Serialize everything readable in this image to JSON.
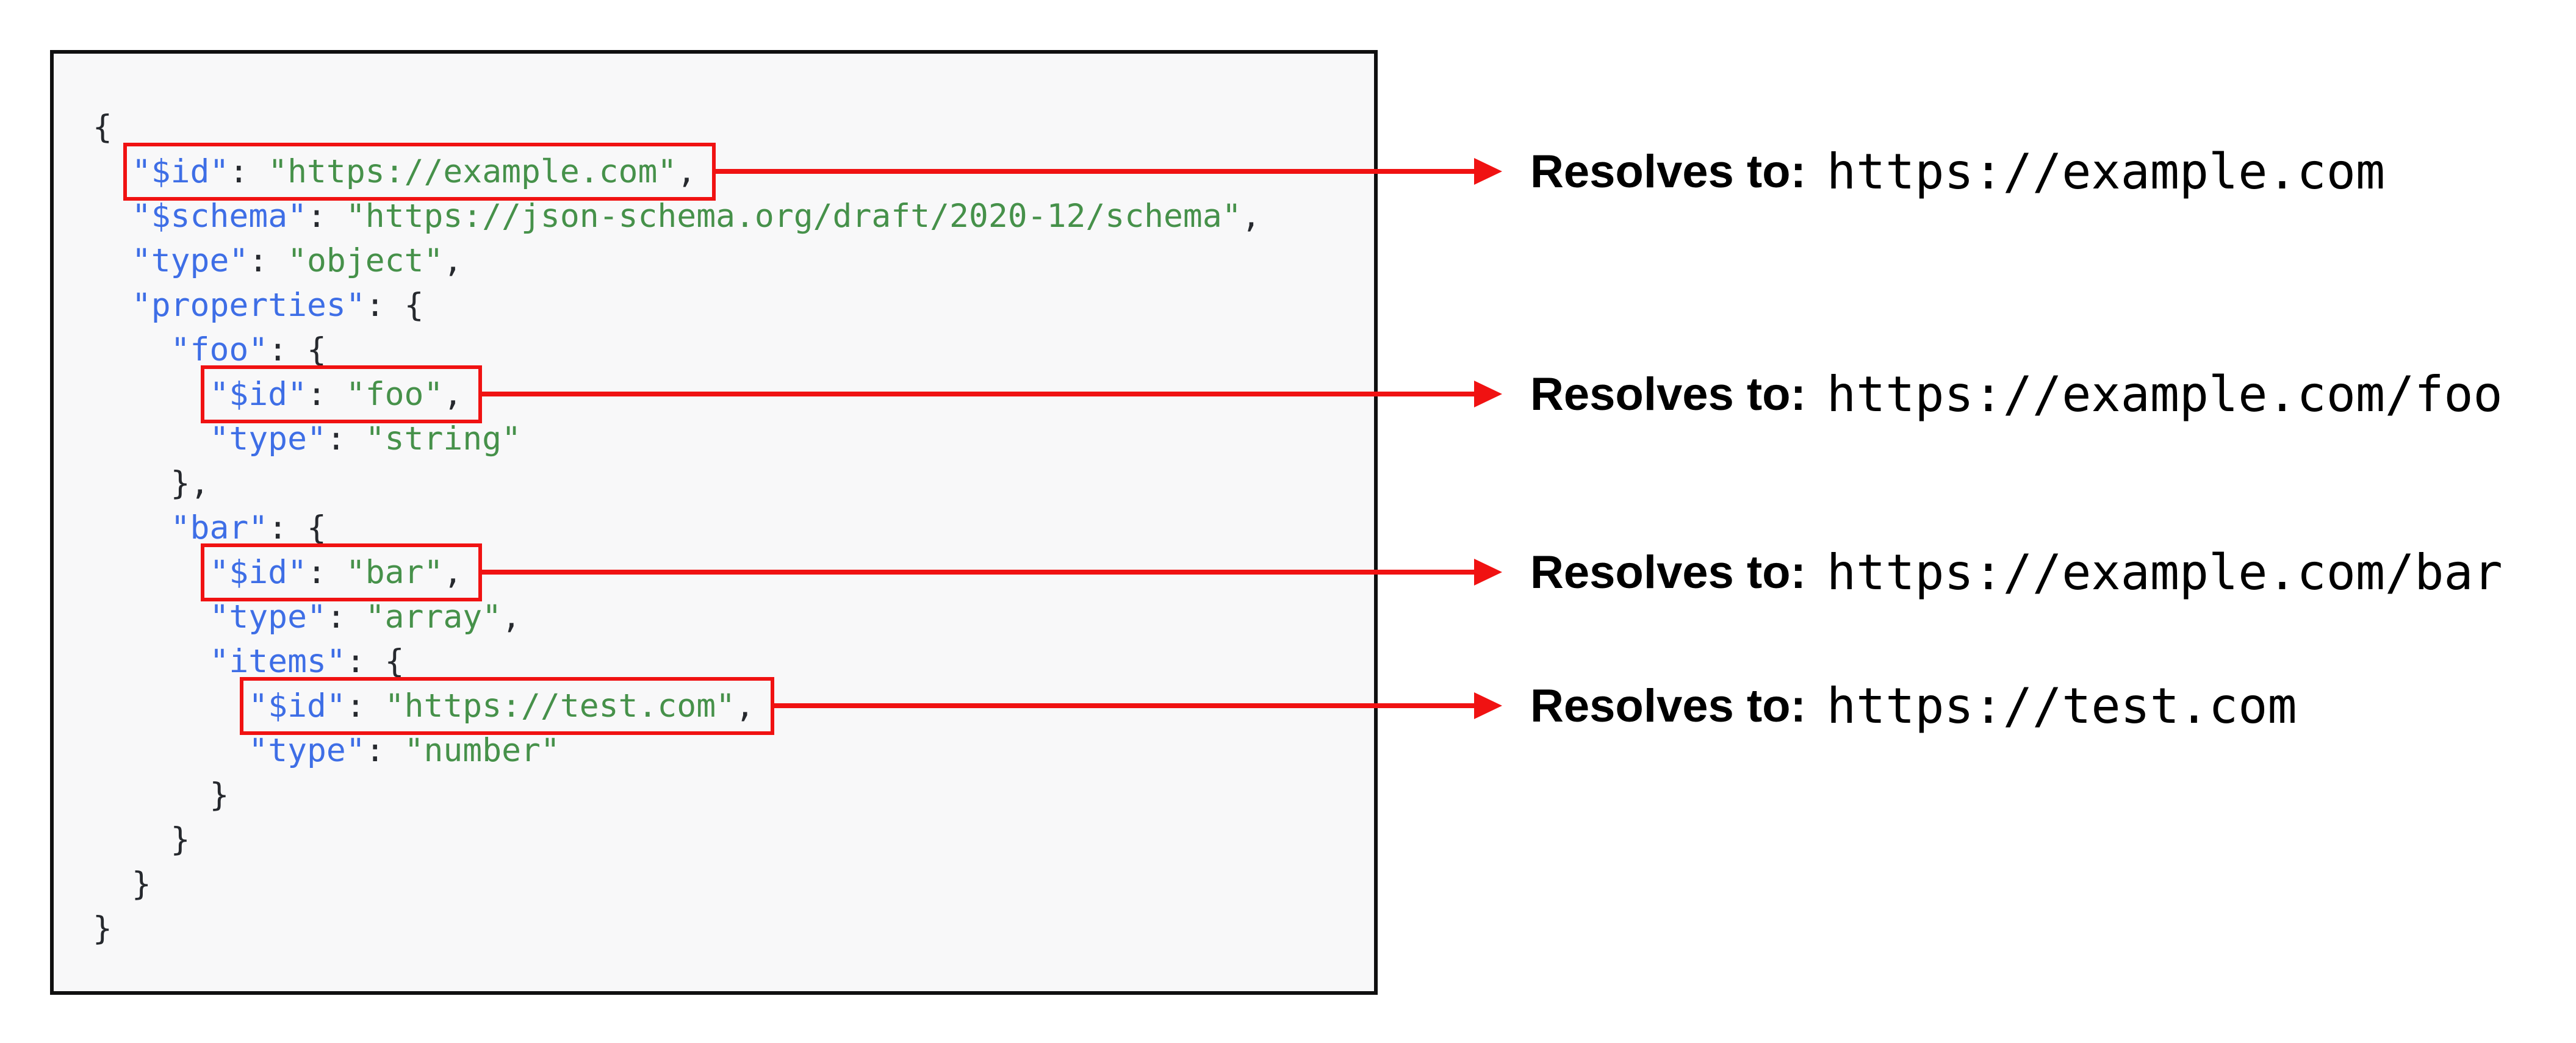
{
  "figure": {
    "kind": "annotated-code-figure",
    "colors": {
      "key_blue": "#3e6ee6",
      "string_green": "#46914a",
      "punctuation": "#26292e",
      "highlight_red": "#f01212",
      "panel_border": "#101010",
      "code_background": "#f8f8f9",
      "page_background": "#ffffff",
      "annotation_text": "#000000"
    }
  },
  "code": {
    "language": "json",
    "lines": [
      {
        "indent": 0,
        "hl": false,
        "seg": [
          [
            "p",
            "{"
          ]
        ]
      },
      {
        "indent": 2,
        "hl": true,
        "seg": [
          [
            "k",
            "\"$id\""
          ],
          [
            "p",
            ": "
          ],
          [
            "s",
            "\"https://example.com\""
          ],
          [
            "p",
            ","
          ]
        ]
      },
      {
        "indent": 2,
        "hl": false,
        "seg": [
          [
            "k",
            "\"$schema\""
          ],
          [
            "p",
            ": "
          ],
          [
            "s",
            "\"https://json-schema.org/draft/2020-12/schema\""
          ],
          [
            "p",
            ","
          ]
        ]
      },
      {
        "indent": 2,
        "hl": false,
        "seg": [
          [
            "k",
            "\"type\""
          ],
          [
            "p",
            ": "
          ],
          [
            "s",
            "\"object\""
          ],
          [
            "p",
            ","
          ]
        ]
      },
      {
        "indent": 2,
        "hl": false,
        "seg": [
          [
            "k",
            "\"properties\""
          ],
          [
            "p",
            ": "
          ],
          [
            "p",
            "{"
          ]
        ]
      },
      {
        "indent": 4,
        "hl": false,
        "seg": [
          [
            "k",
            "\"foo\""
          ],
          [
            "p",
            ": "
          ],
          [
            "p",
            "{"
          ]
        ]
      },
      {
        "indent": 6,
        "hl": true,
        "seg": [
          [
            "k",
            "\"$id\""
          ],
          [
            "p",
            ": "
          ],
          [
            "s",
            "\"foo\""
          ],
          [
            "p",
            ","
          ]
        ]
      },
      {
        "indent": 6,
        "hl": false,
        "seg": [
          [
            "k",
            "\"type\""
          ],
          [
            "p",
            ": "
          ],
          [
            "s",
            "\"string\""
          ]
        ]
      },
      {
        "indent": 4,
        "hl": false,
        "seg": [
          [
            "p",
            "},"
          ]
        ]
      },
      {
        "indent": 4,
        "hl": false,
        "seg": [
          [
            "k",
            "\"bar\""
          ],
          [
            "p",
            ": "
          ],
          [
            "p",
            "{"
          ]
        ]
      },
      {
        "indent": 6,
        "hl": true,
        "seg": [
          [
            "k",
            "\"$id\""
          ],
          [
            "p",
            ": "
          ],
          [
            "s",
            "\"bar\""
          ],
          [
            "p",
            ","
          ]
        ]
      },
      {
        "indent": 6,
        "hl": false,
        "seg": [
          [
            "k",
            "\"type\""
          ],
          [
            "p",
            ": "
          ],
          [
            "s",
            "\"array\""
          ],
          [
            "p",
            ","
          ]
        ]
      },
      {
        "indent": 6,
        "hl": false,
        "seg": [
          [
            "k",
            "\"items\""
          ],
          [
            "p",
            ": "
          ],
          [
            "p",
            "{"
          ]
        ]
      },
      {
        "indent": 8,
        "hl": true,
        "seg": [
          [
            "k",
            "\"$id\""
          ],
          [
            "p",
            ": "
          ],
          [
            "s",
            "\"https://test.com\""
          ],
          [
            "p",
            ","
          ]
        ]
      },
      {
        "indent": 8,
        "hl": false,
        "seg": [
          [
            "k",
            "\"type\""
          ],
          [
            "p",
            ": "
          ],
          [
            "s",
            "\"number\""
          ]
        ]
      },
      {
        "indent": 6,
        "hl": false,
        "seg": [
          [
            "p",
            "}"
          ]
        ]
      },
      {
        "indent": 4,
        "hl": false,
        "seg": [
          [
            "p",
            "}"
          ]
        ]
      },
      {
        "indent": 2,
        "hl": false,
        "seg": [
          [
            "p",
            "}"
          ]
        ]
      },
      {
        "indent": 0,
        "hl": false,
        "seg": [
          [
            "p",
            "}"
          ]
        ]
      }
    ]
  },
  "annotations": [
    {
      "label": "Resolves to:",
      "url": "https://example.com",
      "source_line": 2
    },
    {
      "label": "Resolves to:",
      "url": "https://example.com/foo",
      "source_line": 7
    },
    {
      "label": "Resolves to:",
      "url": "https://example.com/bar",
      "source_line": 11
    },
    {
      "label": "Resolves to:",
      "url": "https://test.com",
      "source_line": 14
    }
  ]
}
